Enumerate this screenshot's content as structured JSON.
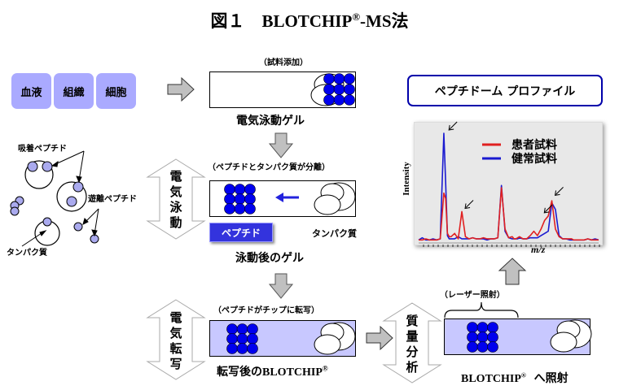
{
  "title": {
    "prefix": "図１",
    "name": "BLOTCHIP",
    "reg": "®",
    "suffix_latin": "-MS",
    "suffix_jp": "法"
  },
  "samples": [
    "血液",
    "組織",
    "細胞"
  ],
  "step1": {
    "caption_top": "（試料添加）",
    "caption_bottom": "電気泳動ゲル"
  },
  "molecules": {
    "adsorbed": "吸着ペプチド",
    "free": "遊離ペプチド",
    "protein": "タンパク質"
  },
  "step2": {
    "caption_top": "（ペプチドとタンパク質が分離）",
    "side_label": [
      "電",
      "気",
      "泳",
      "動"
    ],
    "badge": "ペプチド",
    "protein_label": "タンパク質",
    "caption_bottom": "泳動後のゲル"
  },
  "step3": {
    "caption_top": "（ペプチドがチップに転写）",
    "side_label": [
      "電",
      "気",
      "転",
      "写"
    ],
    "caption_bottom_jp": "転写後の",
    "caption_bottom_latin": "BLOTCHIP",
    "reg": "®"
  },
  "step4": {
    "caption_top": "（レーザー照射）",
    "side_label": [
      "質",
      "量",
      "分",
      "析"
    ],
    "caption_latin": "BLOTCHIP",
    "reg": "®",
    "caption_jp": "へ照射"
  },
  "profile": {
    "title": "ペプチドーム プロファイル"
  },
  "colors": {
    "sample_bg": "#aaaaff",
    "bead": "#0000ee",
    "chip_bg": "#c8c8ff",
    "patient": "#e02020",
    "healthy": "#1a1ad0",
    "profile_border": "#0000aa"
  },
  "chart_data": {
    "type": "line",
    "title": "",
    "xlabel": "m/z",
    "ylabel": "Intensity",
    "legend_position": "top-right",
    "x": [
      0,
      2,
      4,
      6,
      8,
      10,
      12,
      14,
      15,
      16,
      17,
      18,
      20,
      22,
      24,
      26,
      28,
      30,
      32,
      34,
      36,
      38,
      40,
      42,
      44,
      46,
      48,
      50,
      52,
      53,
      54,
      55,
      56,
      58,
      60,
      62,
      64,
      66,
      68,
      70,
      72,
      74,
      76,
      78,
      80,
      82,
      84,
      85,
      86,
      88,
      90,
      92,
      94,
      96,
      98,
      100
    ],
    "series": [
      {
        "name": "患者試料",
        "values": [
          2,
          2,
          3,
          2,
          2,
          2,
          3,
          45,
          40,
          8,
          5,
          5,
          8,
          3,
          28,
          5,
          3,
          4,
          3,
          3,
          4,
          3,
          3,
          3,
          4,
          50,
          12,
          4,
          5,
          3,
          3,
          4,
          5,
          3,
          3,
          6,
          10,
          6,
          12,
          20,
          24,
          38,
          12,
          5,
          3,
          3,
          3,
          3,
          2,
          2,
          2,
          2,
          3,
          2,
          2,
          2
        ]
      },
      {
        "name": "健常試料",
        "values": [
          2,
          4,
          2,
          2,
          3,
          2,
          3,
          100,
          55,
          6,
          3,
          3,
          3,
          5,
          3,
          3,
          3,
          4,
          3,
          3,
          3,
          2,
          3,
          3,
          4,
          52,
          10,
          4,
          3,
          3,
          3,
          3,
          4,
          3,
          3,
          4,
          4,
          4,
          6,
          8,
          10,
          36,
          30,
          6,
          3,
          3,
          2,
          2,
          2,
          2,
          2,
          2,
          3,
          2,
          3,
          2
        ]
      }
    ],
    "annotations": [
      "arrow: peak ~x=15",
      "arrow: peak ~x=24",
      "arrow: peak ~x=68",
      "arrow: peak ~x=74"
    ],
    "grid": false
  }
}
